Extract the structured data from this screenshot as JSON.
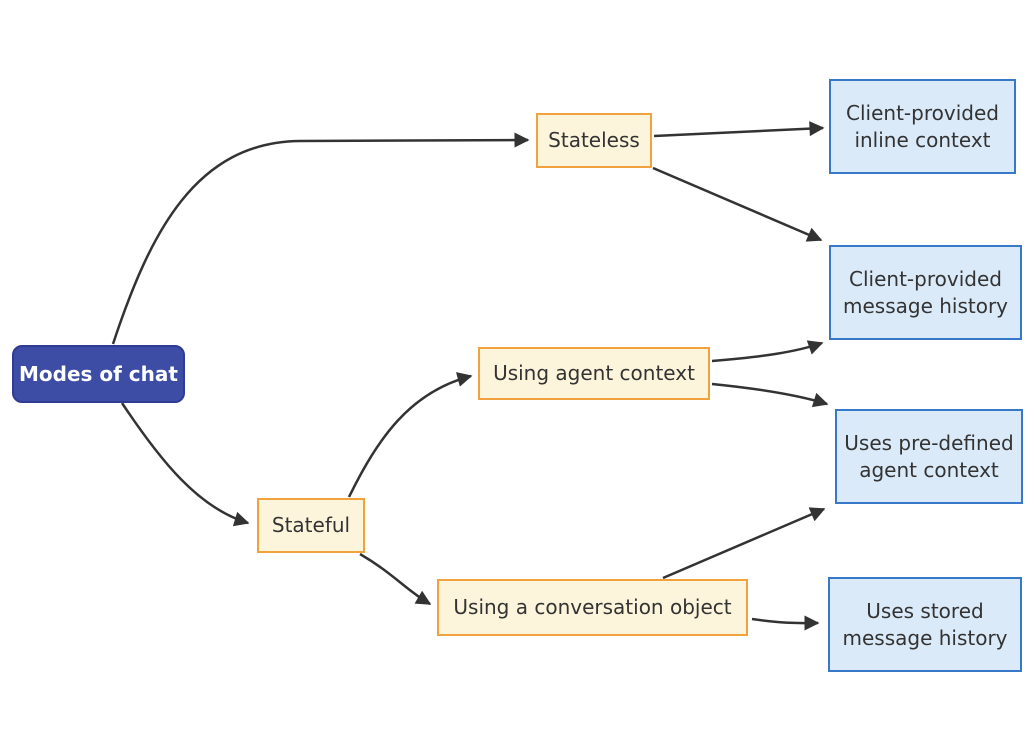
{
  "diagram": {
    "type": "flowchart-left-to-right",
    "title": "Modes of chat",
    "nodes": {
      "root": {
        "label": "Modes of chat",
        "kind": "root"
      },
      "stateless": {
        "label": "Stateless",
        "kind": "branch"
      },
      "stateful": {
        "label": "Stateful",
        "kind": "branch"
      },
      "using_agent_context": {
        "label": "Using agent context",
        "kind": "branch"
      },
      "using_conversation_object": {
        "label": "Using a conversation object",
        "kind": "branch"
      },
      "client_inline_context": {
        "label": "Client-provided\ninline context",
        "kind": "leaf"
      },
      "client_message_history": {
        "label": "Client-provided\nmessage history",
        "kind": "leaf"
      },
      "predefined_agent_context": {
        "label": "Uses pre-defined\nagent context",
        "kind": "leaf"
      },
      "stored_message_history": {
        "label": "Uses stored\nmessage history",
        "kind": "leaf"
      }
    },
    "edges": [
      {
        "from": "root",
        "to": "stateless"
      },
      {
        "from": "root",
        "to": "stateful"
      },
      {
        "from": "stateless",
        "to": "client_inline_context"
      },
      {
        "from": "stateless",
        "to": "client_message_history"
      },
      {
        "from": "using_agent_context",
        "to": "client_message_history"
      },
      {
        "from": "using_agent_context",
        "to": "predefined_agent_context"
      },
      {
        "from": "stateful",
        "to": "using_agent_context"
      },
      {
        "from": "stateful",
        "to": "using_conversation_object"
      },
      {
        "from": "using_conversation_object",
        "to": "predefined_agent_context"
      },
      {
        "from": "using_conversation_object",
        "to": "stored_message_history"
      }
    ],
    "colors": {
      "background": "#FFFFFF",
      "root_fill": "#3D4DA6",
      "root_border": "#2F3C94",
      "root_text": "#FFFFFF",
      "branch_fill": "#FCF5DC",
      "branch_border": "#F2A23C",
      "leaf_fill": "#DBEAF9",
      "leaf_border": "#3778C8",
      "node_text": "#333333",
      "edge_stroke": "#333333"
    }
  }
}
